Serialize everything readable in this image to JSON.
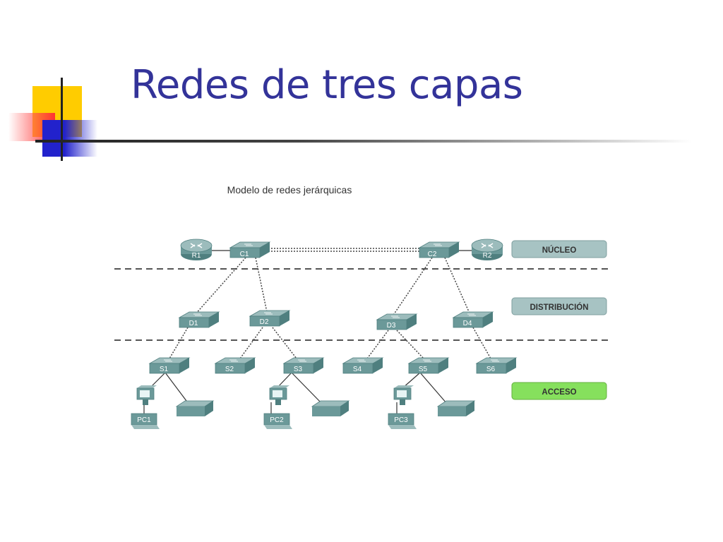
{
  "slide": {
    "title": "Redes de tres capas"
  },
  "diagram": {
    "caption": "Modelo de redes jerárquicas",
    "layers": {
      "core": {
        "label": "NÚCLEO",
        "color": "#a7c3c3"
      },
      "distribution": {
        "label": "DISTRIBUCIÓN",
        "color": "#a7c3c3"
      },
      "access": {
        "label": "ACCESO",
        "color": "#86e05d"
      }
    },
    "devices": {
      "R1": "R1",
      "R2": "R2",
      "C1": "C1",
      "C2": "C2",
      "D1": "D1",
      "D2": "D2",
      "D3": "D3",
      "D4": "D4",
      "S1": "S1",
      "S2": "S2",
      "S3": "S3",
      "S4": "S4",
      "S5": "S5",
      "S6": "S6",
      "PC1": "PC1",
      "PC2": "PC2",
      "PC3": "PC3"
    },
    "colors": {
      "device_top": "#8fb3b3",
      "device_side": "#4f7f7f",
      "device_front": "#6b9999",
      "title": "#333399"
    }
  }
}
